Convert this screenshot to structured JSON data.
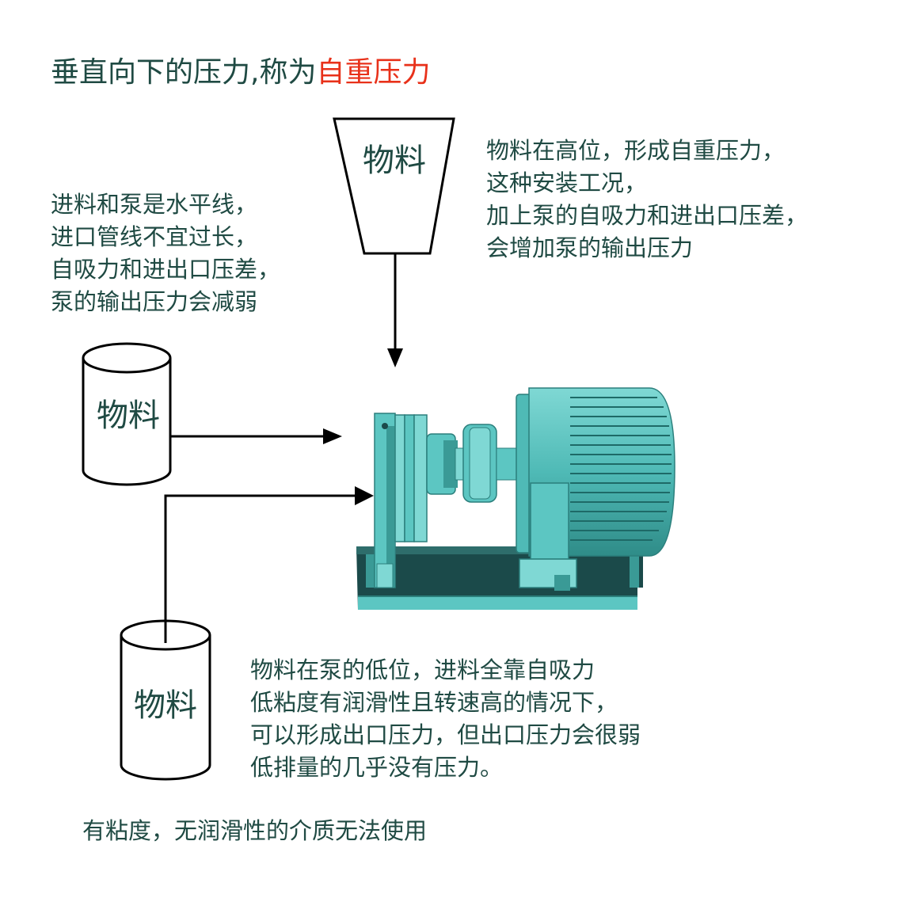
{
  "title": {
    "prefix": "垂直向下的压力,称为",
    "highlight": "自重压力"
  },
  "notes": {
    "left": [
      "进料和泵是水平线，",
      "进口管线不宜过长，",
      "自吸力和进出口压差，",
      "泵的输出压力会减弱"
    ],
    "right": [
      "物料在高位，形成自重压力，",
      "这种安装工况，",
      "加上泵的自吸力和进出口压差，",
      "会增加泵的输出压力"
    ],
    "bottom": [
      "物料在泵的低位，进料全靠自吸力",
      "低粘度有润滑性且转速高的情况下，",
      "可以形成出口压力，但出口压力会很弱",
      "低排量的几乎没有压力。"
    ]
  },
  "footer": "有粘度，无润滑性的介质无法使用",
  "containers": {
    "hopper_label": "物料",
    "side_tank_label": "物料",
    "low_tank_label": "物料"
  },
  "colors": {
    "text": "#1f4a43",
    "highlight": "#e8311a",
    "pump_body": "#5cc6c2",
    "pump_dark": "#2b7f7c",
    "base_dark": "#1b4a4a"
  }
}
